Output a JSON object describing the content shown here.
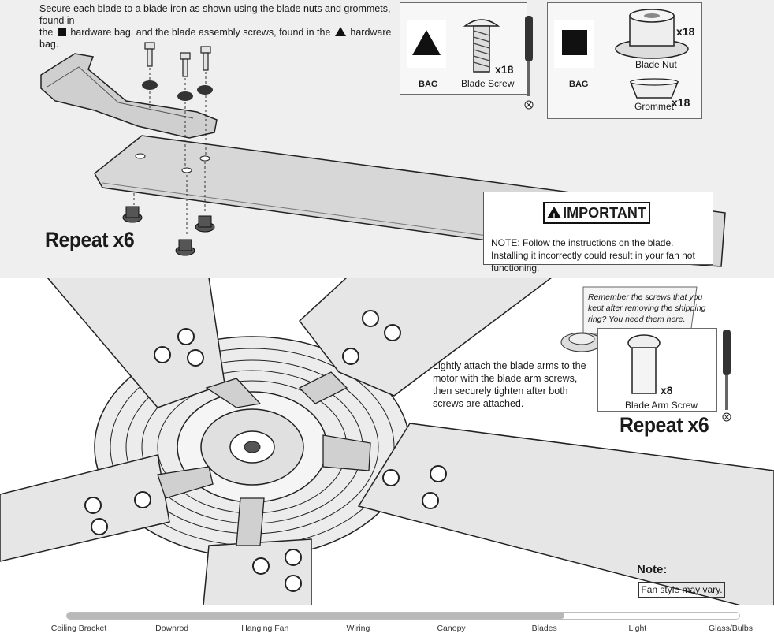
{
  "instructions": {
    "line1": "Secure each blade to a blade iron as shown using the blade nuts and grommets, found in",
    "line2_a": "the",
    "line2_b": "hardware bag, and the blade assembly screws, found in the",
    "line2_c": "hardware bag."
  },
  "hardware": {
    "bag_triangle": {
      "bag": "BAG",
      "item": "Blade Screw",
      "qty": "x18"
    },
    "bag_square": {
      "bag": "BAG",
      "nut": {
        "item": "Blade Nut",
        "qty": "x18"
      },
      "grommet": {
        "item": "Grommet",
        "qty": "x18"
      }
    }
  },
  "repeat_top": "Repeat x6",
  "important": {
    "title": "IMPORTANT",
    "note": "NOTE: Follow the instructions on the blade. Installing it incorrectly could result in your fan not functioning."
  },
  "bottom": {
    "remember": "Remember the screws that you kept after removing the shipping ring? You need them here.",
    "arm_screw": {
      "qty": "x8",
      "item": "Blade Arm Screw"
    },
    "attach_text": "Lightly attach the blade arms to the motor with the blade arm screws, then securely tighten after both screws are attached.",
    "repeat": "Repeat x6",
    "note_title": "Note:",
    "note_text": "Fan style may vary."
  },
  "progress": {
    "current_step": "Blades",
    "fraction_complete": 0.74,
    "steps": [
      "Ceiling Bracket",
      "Downrod",
      "Hanging Fan",
      "Wiring",
      "Canopy",
      "Blades",
      "Light",
      "Glass/Bulbs"
    ]
  }
}
